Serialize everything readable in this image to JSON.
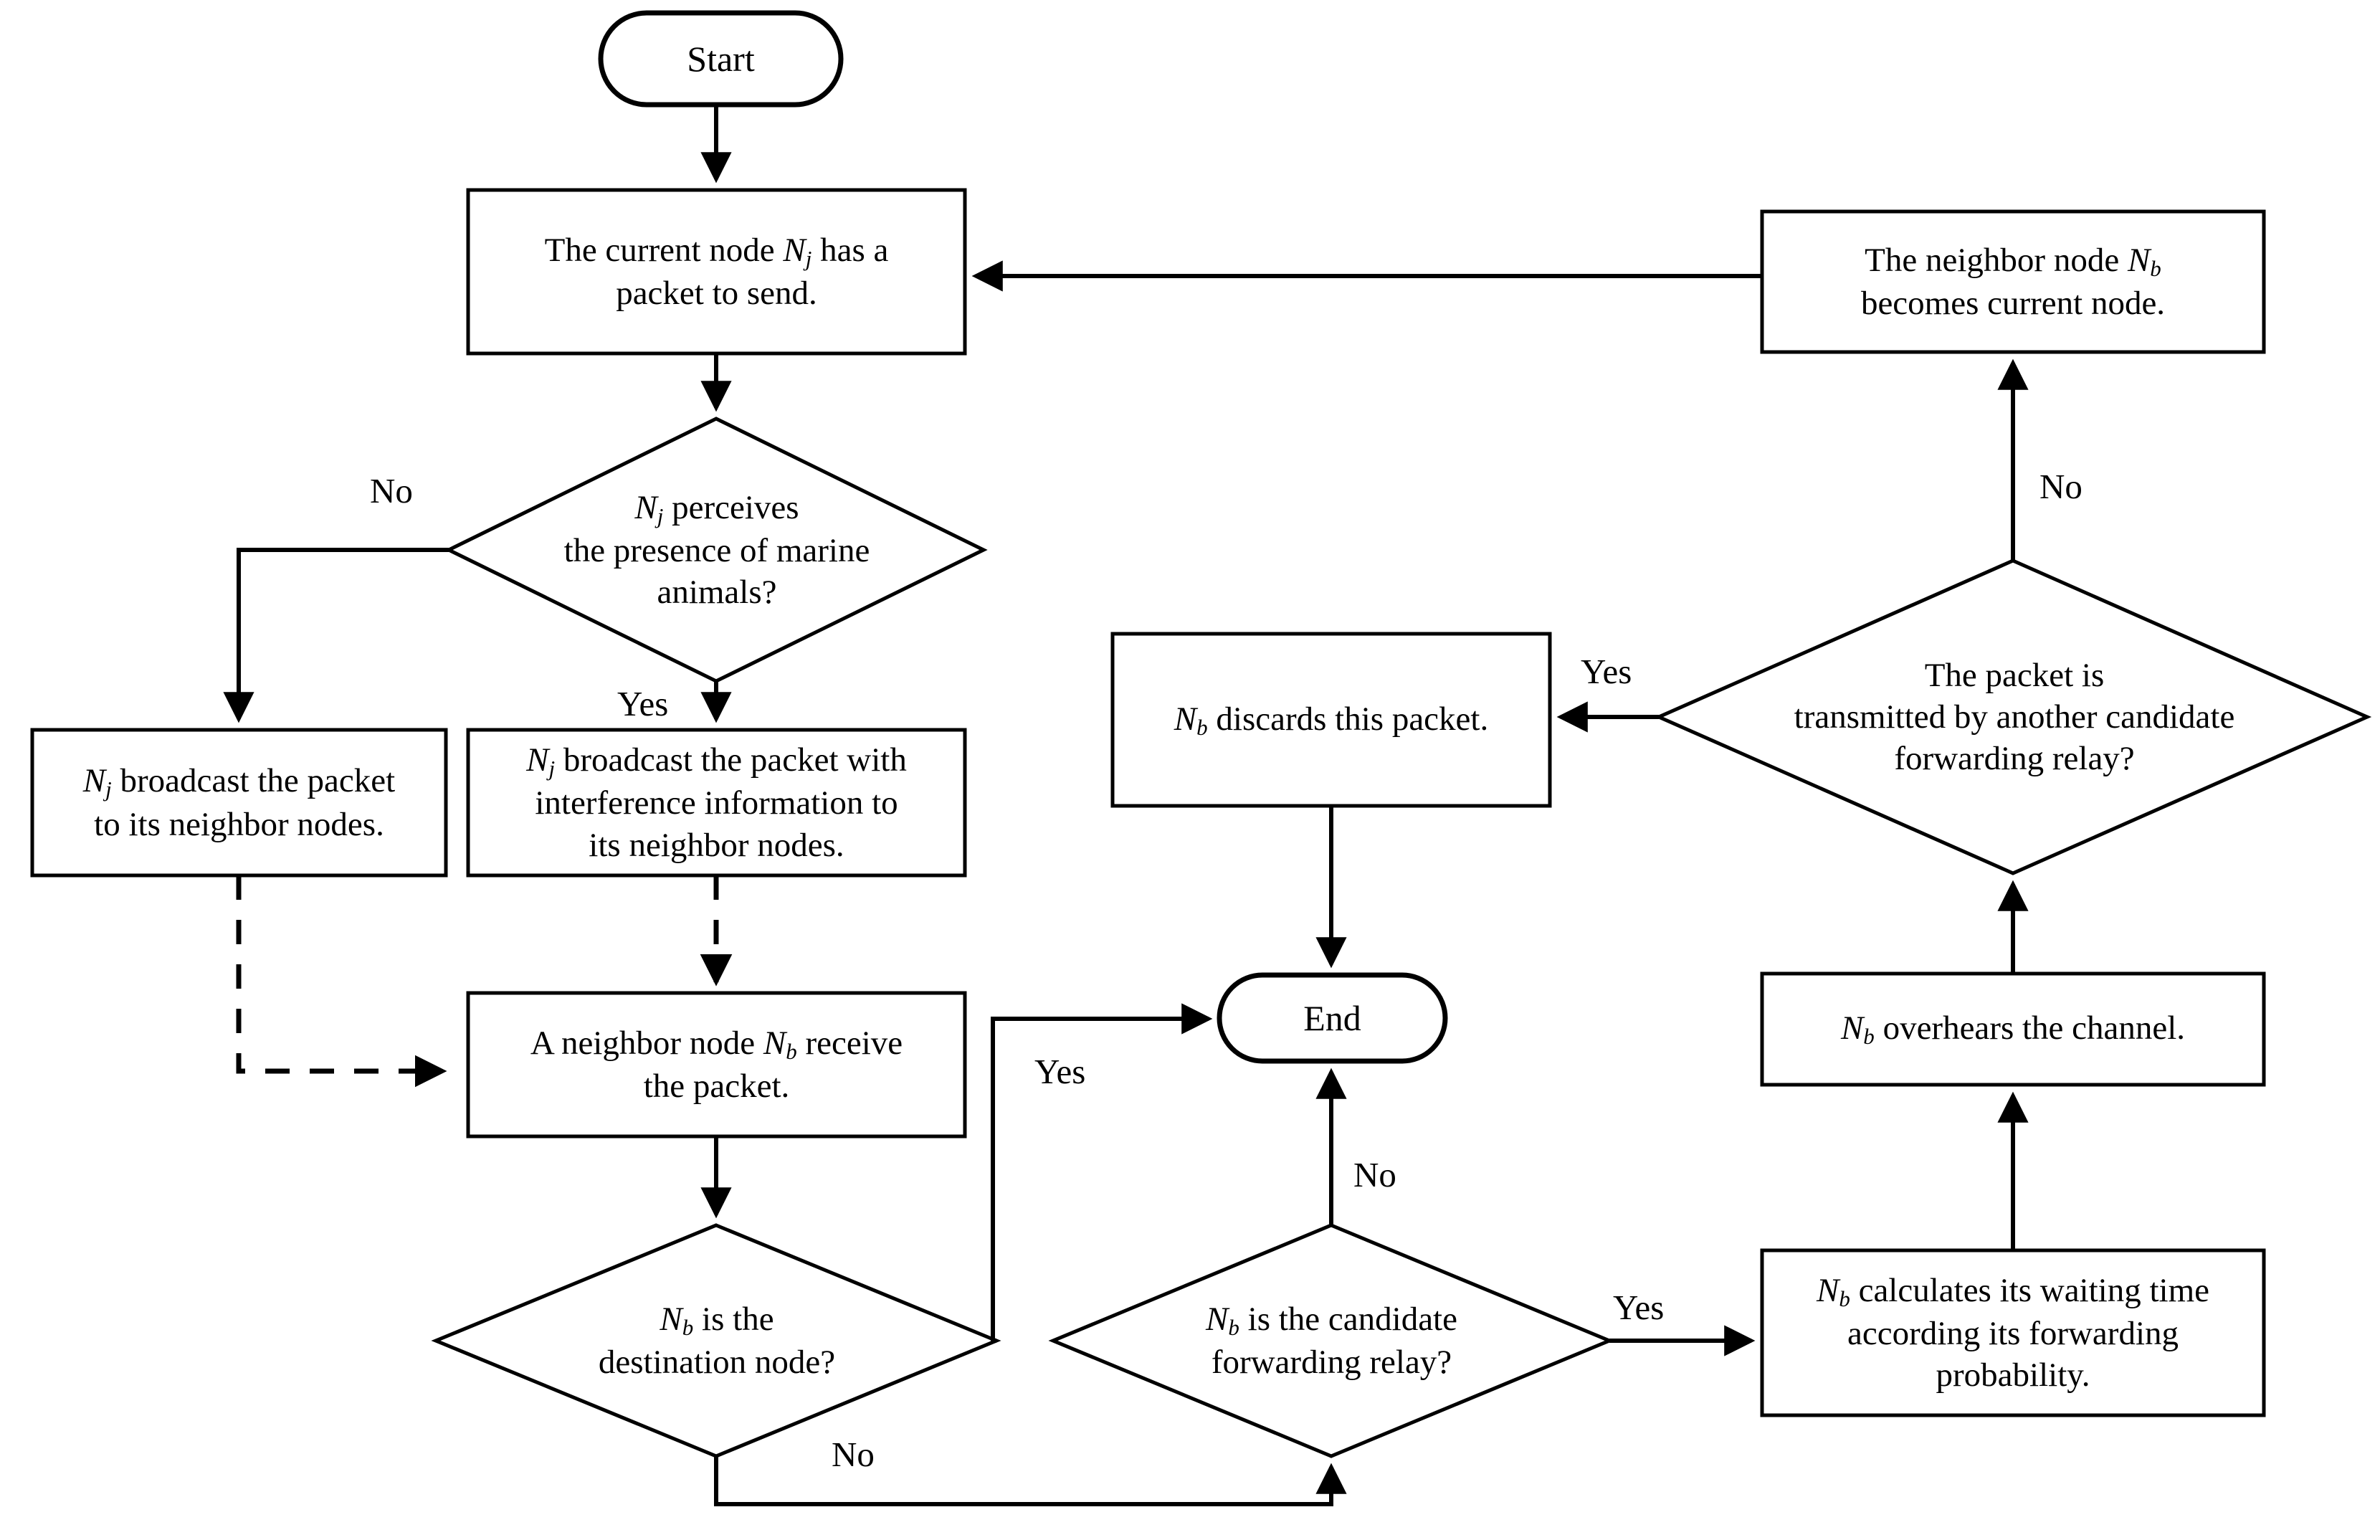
{
  "diagram": {
    "type": "flowchart",
    "title": "",
    "orientation": "top-down with right-side feedback loop",
    "nodes": {
      "start": {
        "shape": "terminator",
        "label": "Start"
      },
      "current_node": {
        "shape": "process",
        "label": "The current node Nⱼ has a packet to send.",
        "line1": "The current node ",
        "var1": "N",
        "sub1": "j",
        "line1b": " has a",
        "line2": "packet to send."
      },
      "perceives": {
        "shape": "decision",
        "line1a": "N",
        "sub1": "j",
        "line1b": " perceives",
        "line2": "the presence of marine",
        "line3": "animals?"
      },
      "broadcast_plain": {
        "shape": "process",
        "line1a": "N",
        "sub1": "j",
        "line1b": " broadcast the packet",
        "line2": "to its neighbor nodes."
      },
      "broadcast_interference": {
        "shape": "process",
        "line1a": "N",
        "sub1": "j",
        "line1b": " broadcast the packet with",
        "line2": "interference information to",
        "line3": "its neighbor nodes."
      },
      "neighbor_receive": {
        "shape": "process",
        "line1a": "A neighbor node ",
        "var1": "N",
        "sub1": "b",
        "line1b": " receive",
        "line2": "the packet."
      },
      "is_destination": {
        "shape": "decision",
        "line1a": "N",
        "sub1": "b",
        "line1b": " is the",
        "line2": "destination node?"
      },
      "is_candidate": {
        "shape": "decision",
        "line1a": "N",
        "sub1": "b",
        "line1b": " is the candidate",
        "line2": "forwarding relay?"
      },
      "end": {
        "shape": "terminator",
        "label": "End"
      },
      "discards": {
        "shape": "process",
        "line1a": "N",
        "sub1": "b",
        "line1b": " discards this packet."
      },
      "calculates_waiting": {
        "shape": "process",
        "line1a": "N",
        "sub1": "b",
        "line1b": " calculates its waiting time",
        "line2": "according its forwarding",
        "line3": "probability."
      },
      "overhears": {
        "shape": "process",
        "line1a": "N",
        "sub1": "b",
        "line1b": " overhears the channel."
      },
      "packet_transmitted": {
        "shape": "decision",
        "line1": "The packet is",
        "line2": "transmitted by another candidate",
        "line3": "forwarding relay?"
      },
      "becomes_current": {
        "shape": "process",
        "line1a": "The neighbor node ",
        "var1": "N",
        "sub1": "b",
        "line2": "becomes current node."
      }
    },
    "edge_labels": {
      "perceives_no": "No",
      "perceives_yes": "Yes",
      "destination_yes": "Yes",
      "destination_no": "No",
      "candidate_no": "No",
      "candidate_yes": "Yes",
      "transmitted_yes": "Yes",
      "transmitted_no": "No"
    },
    "colors": {
      "stroke": "#000000",
      "fill": "#ffffff",
      "text": "#000000"
    }
  }
}
